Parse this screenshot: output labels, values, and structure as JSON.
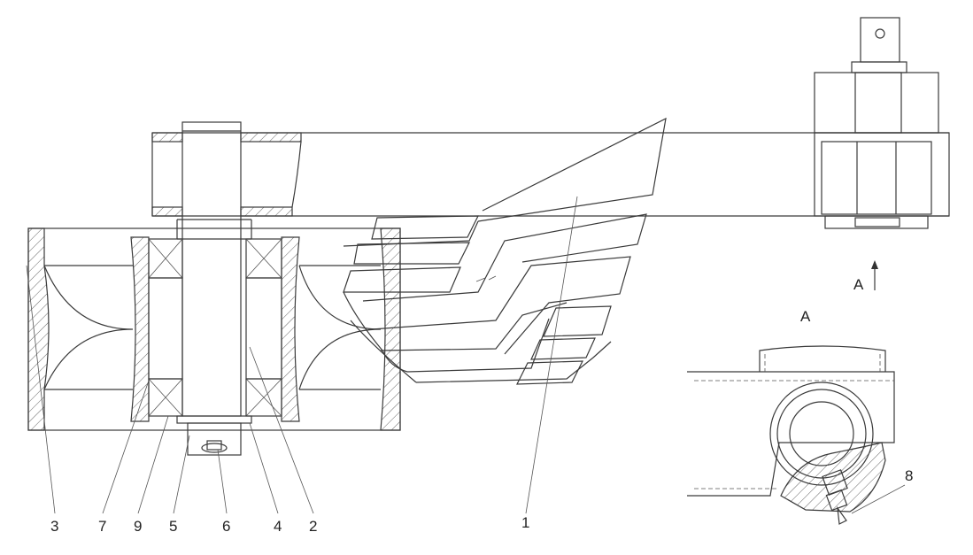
{
  "view_label": "A",
  "view_arrow_label": "A",
  "callouts": [
    "1",
    "2",
    "3",
    "4",
    "5",
    "6",
    "7",
    "8",
    "9"
  ],
  "callout_labels": {
    "n1": "1",
    "n2": "2",
    "n3": "3",
    "n4": "4",
    "n5": "5",
    "n6": "6",
    "n7": "7",
    "n8": "8",
    "n9": "9"
  }
}
